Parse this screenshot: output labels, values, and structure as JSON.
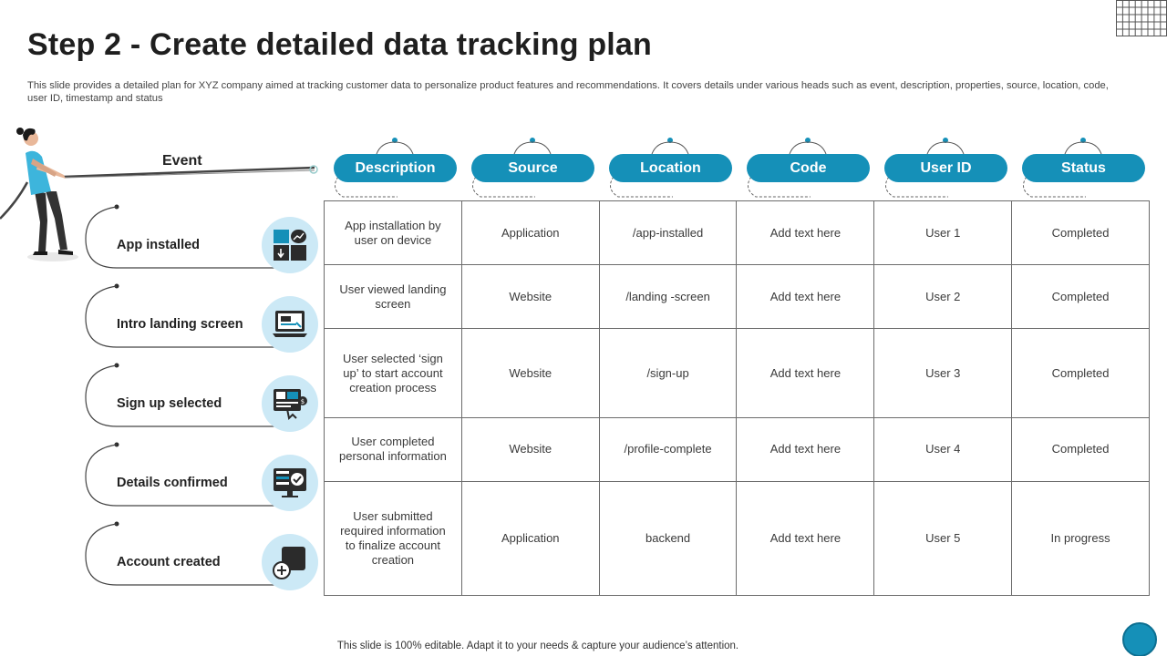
{
  "title": "Step 2 - Create detailed data tracking plan",
  "subtitle": "This slide provides a detailed plan for XYZ  company aimed at tracking customer data to personalize product features and recommendations. It covers details under various heads such as event, description, properties, source, location, code, user ID, timestamp and status",
  "event_header": "Event",
  "headers": [
    "Description",
    "Source",
    "Location",
    "Code",
    "User ID",
    "Status"
  ],
  "events": [
    {
      "name": "App installed",
      "icon": "app-install-icon"
    },
    {
      "name": "Intro landing screen",
      "icon": "laptop-screen-icon"
    },
    {
      "name": "Sign up selected",
      "icon": "signup-screen-icon"
    },
    {
      "name": "Details confirmed",
      "icon": "monitor-check-icon"
    },
    {
      "name": "Account created",
      "icon": "add-account-icon"
    }
  ],
  "rows": [
    [
      "App installation by user on device",
      "Application",
      "/app-installed",
      "Add text here",
      "User 1",
      "Completed"
    ],
    [
      "User viewed  landing screen",
      "Website",
      "/landing -screen",
      "Add text here",
      "User 2",
      "Completed"
    ],
    [
      "User selected ‘sign up’ to start account creation process",
      "Website",
      "/sign-up",
      "Add text here",
      "User 3",
      "Completed"
    ],
    [
      "User completed personal information",
      "Website",
      "/profile-complete",
      "Add text here",
      "User 4",
      "Completed"
    ],
    [
      "User submitted required information to finalize account creation",
      "Application",
      "backend",
      "Add text here",
      "User 5",
      "In progress"
    ]
  ],
  "footer": "This slide is 100% editable. Adapt it to your needs & capture your audience’s attention.",
  "colors": {
    "accent": "#1590b8",
    "icon_circle": "#cce9f6",
    "dark": "#2b2b2b"
  }
}
